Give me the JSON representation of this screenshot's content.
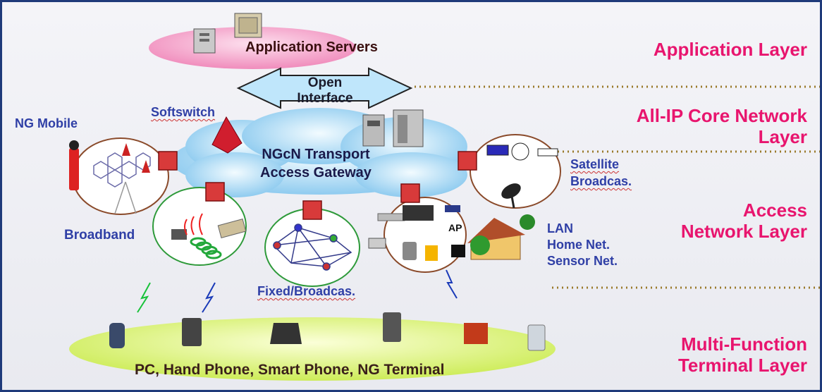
{
  "layers": {
    "application": "Application Layer",
    "core": "All-IP Core Network\nLayer",
    "access": "Access\nNetwork Layer",
    "terminal": "Multi-Function\nTerminal Layer"
  },
  "labels": {
    "app_servers": "Application Servers",
    "open_interface": "Open\nInterface",
    "softswitch": "Softswitch",
    "ng_mobile": "NG Mobile",
    "transport": "NGcN Transport\nAccess Gateway",
    "satellite": "Satellite\nBroadcas.",
    "broadband": "Broadband",
    "lan": "LAN\nHome Net.\nSensor Net.",
    "ap": "AP",
    "fixed": "Fixed/Broadcas.",
    "terminals": "PC, Hand Phone, Smart Phone, NG Terminal"
  },
  "colors": {
    "layer_text": "#e8156e",
    "label_text": "#2f3fa6",
    "cloud": "#aedcf6",
    "app_ellipse": "#f6a8cc",
    "terminal_ellipse": "#e2f58a",
    "dotted_line": "#9a7a2a"
  }
}
